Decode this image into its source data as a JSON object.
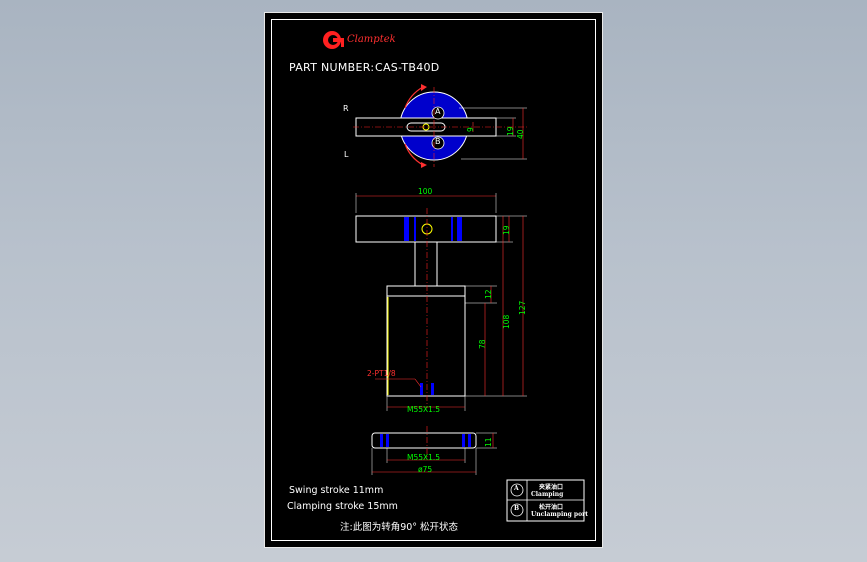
{
  "brand": {
    "name": "Clamptek",
    "color": "#ff2020"
  },
  "part_number": {
    "label": "PART NUMBER:",
    "value": "CAS-TB40D"
  },
  "top_view": {
    "direction_right": "R",
    "direction_left": "L",
    "port_a": "A",
    "port_b": "B",
    "dims": {
      "width": "100",
      "d19": "19",
      "d40": "40",
      "d9": "9"
    }
  },
  "side_view": {
    "dims": {
      "d19": "19",
      "d12": "12",
      "d108": "108",
      "d127": "127",
      "d78": "78",
      "thread": "M55X1.5",
      "port": "2-PT1/8"
    }
  },
  "base_view": {
    "dims": {
      "thread": "M55X1.5",
      "diameter": "ø75",
      "d11": "11"
    }
  },
  "notes": {
    "swing": "Swing stroke 11mm",
    "clamping": "Clamping stroke 15mm",
    "chinese": "注:此图为转角90° 松开状态"
  },
  "legend": {
    "rows": [
      {
        "symbol": "A",
        "cn": "夹紧油口",
        "en": "Clamping"
      },
      {
        "symbol": "B",
        "cn": "松开油口",
        "en": "Unclamping port"
      }
    ]
  },
  "colors": {
    "line": "#ffffff",
    "dim": "#00ff00",
    "center": "#ff2020",
    "port": "#0000ff",
    "edge": "#ffff00"
  }
}
